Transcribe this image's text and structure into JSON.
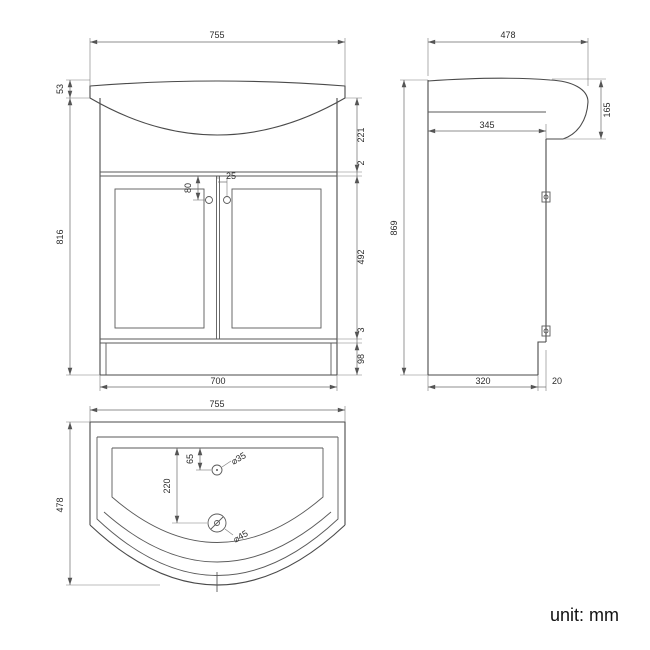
{
  "meta": {
    "unit_label": "unit: mm",
    "drawing_type": "vanity-unit-dimension-drawing"
  },
  "front_view": {
    "width_top": "755",
    "basin_lip_height": "53",
    "cabinet_height": "816",
    "upper_section": "221",
    "gap_top": "2",
    "handle_drop": "80",
    "handle_offset": "25",
    "door_height": "492",
    "gap_bottom": "3",
    "plinth_height": "98",
    "width_bottom": "700"
  },
  "side_view": {
    "depth_top": "478",
    "basin_front_height": "165",
    "carcass_depth": "345",
    "total_height": "869",
    "base_depth": "320",
    "toe_recess": "20"
  },
  "top_view": {
    "width": "755",
    "depth": "478",
    "tap_hole_offset": "65",
    "waste_offset": "220",
    "tap_hole_dia": "⌀35",
    "waste_dia": "⌀45"
  }
}
